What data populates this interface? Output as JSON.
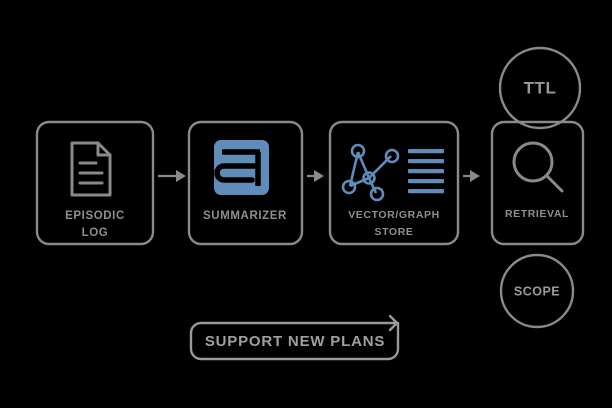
{
  "diagram": {
    "background_color": "#000000",
    "stroke_color": "#8a8a8a",
    "accent_color": "#5f8cb8",
    "text_color": "#8f8f8f",
    "nodes": [
      {
        "id": "episodic-log",
        "label_line1": "EPISODIC",
        "label_line2": "LOG",
        "icon": "document-icon"
      },
      {
        "id": "summarizer",
        "label_line1": "SUMMARIZER",
        "label_line2": "",
        "icon": "summarize-icon"
      },
      {
        "id": "vector-graph-store",
        "label_line1": "VECTOR/GRAPH",
        "label_line2": "STORE",
        "icon": "graph-nodes-icon"
      },
      {
        "id": "retrieval",
        "label_line1": "RETRIEVAL",
        "label_line2": "",
        "icon": "magnifier-icon"
      }
    ],
    "badges": [
      {
        "id": "ttl",
        "label": "TTL"
      },
      {
        "id": "scope",
        "label": "SCOPE"
      }
    ],
    "banner": {
      "label": "SUPPORT NEW PLANS"
    },
    "arrows": [
      {
        "from": "episodic-log",
        "to": "summarizer"
      },
      {
        "from": "summarizer",
        "to": "vector-graph-store"
      },
      {
        "from": "vector-graph-store",
        "to": "retrieval"
      }
    ]
  }
}
